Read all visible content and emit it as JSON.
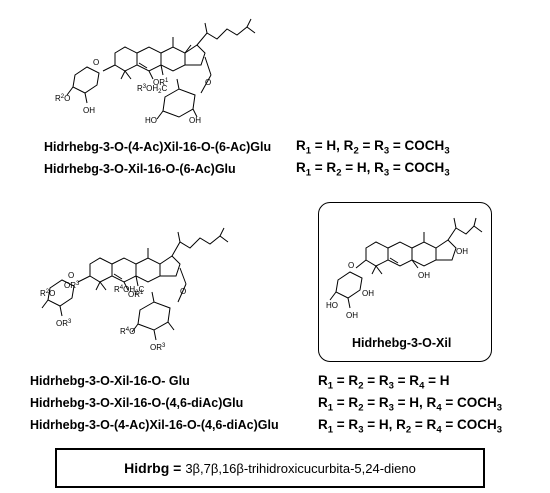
{
  "structure_top": {
    "labels": {
      "or1": "OR",
      "or1_sup": "1",
      "r3": "R",
      "r3_sup": "3",
      "oh2c": "OH",
      "oh2c_sub": "2",
      "c": "C",
      "r2": "R",
      "r2_sup": "2",
      "o": "O",
      "oh": "OH",
      "ho": "HO"
    }
  },
  "structure_mid": {
    "labels": {
      "or1": "OR",
      "or1_sup": "1",
      "r4": "R",
      "r4_sup": "4",
      "oh2c": "OH",
      "oh2c_sub": "2",
      "c": "C",
      "r2": "R",
      "r2_sup": "2",
      "or3": "OR",
      "or3_sup": "3",
      "o": "O",
      "r4o": "R",
      "r4o_sup": "4",
      "r3": "R",
      "r3_sup": "3"
    }
  },
  "structure_box": {
    "name": "Hidrhebg-3-O-Xil",
    "labels": {
      "oh": "OH",
      "ho": "HO",
      "o": "O"
    }
  },
  "compounds_top": [
    {
      "name": "Hidrhebg-3-O-(4-Ac)Xil-16-O-(6-Ac)Glu",
      "formula": "R1 = H, R2 = R3 = COCH3",
      "parts": [
        "R",
        "1",
        " = H, R",
        "2",
        " = R",
        "3",
        " = COCH",
        "3"
      ]
    },
    {
      "name": "Hidrhebg-3-O-Xil-16-O-(6-Ac)Glu",
      "formula": "R1 = R2 = H, R3 = COCH3",
      "parts": [
        "R",
        "1",
        " = R",
        "2",
        " = H, R",
        "3",
        " = COCH",
        "3"
      ]
    }
  ],
  "compounds_bottom": [
    {
      "name": "Hidrhebg-3-O-Xil-16-O- Glu",
      "formula": "R1 = R2 = R3 = R4 = H",
      "parts": [
        "R",
        "1",
        " = R",
        "2",
        " = R",
        "3",
        " = R",
        "4",
        " = H"
      ]
    },
    {
      "name": "Hidrhebg-3-O-Xil-16-O-(4,6-diAc)Glu",
      "formula": "R1 = R2 = R3 = H, R4 = COCH3",
      "parts": [
        "R",
        "1",
        " = R",
        "2",
        " = R",
        "3",
        " = H, R",
        "4",
        " = COCH",
        "3"
      ]
    },
    {
      "name": "Hidrhebg-3-O-(4-Ac)Xil-16-O-(4,6-diAc)Glu",
      "formula": "R1 = R3 = H, R2 = R4 = COCH3",
      "parts": [
        "R",
        "1",
        " = R",
        "3",
        " = H, R",
        "2",
        " = R",
        "4",
        " = COCH",
        "3"
      ]
    }
  ],
  "footer": {
    "abbr": "Hidrbg =",
    "definition": "3β,7β,16β-trihidroxicucurbita-5,24-dieno"
  }
}
